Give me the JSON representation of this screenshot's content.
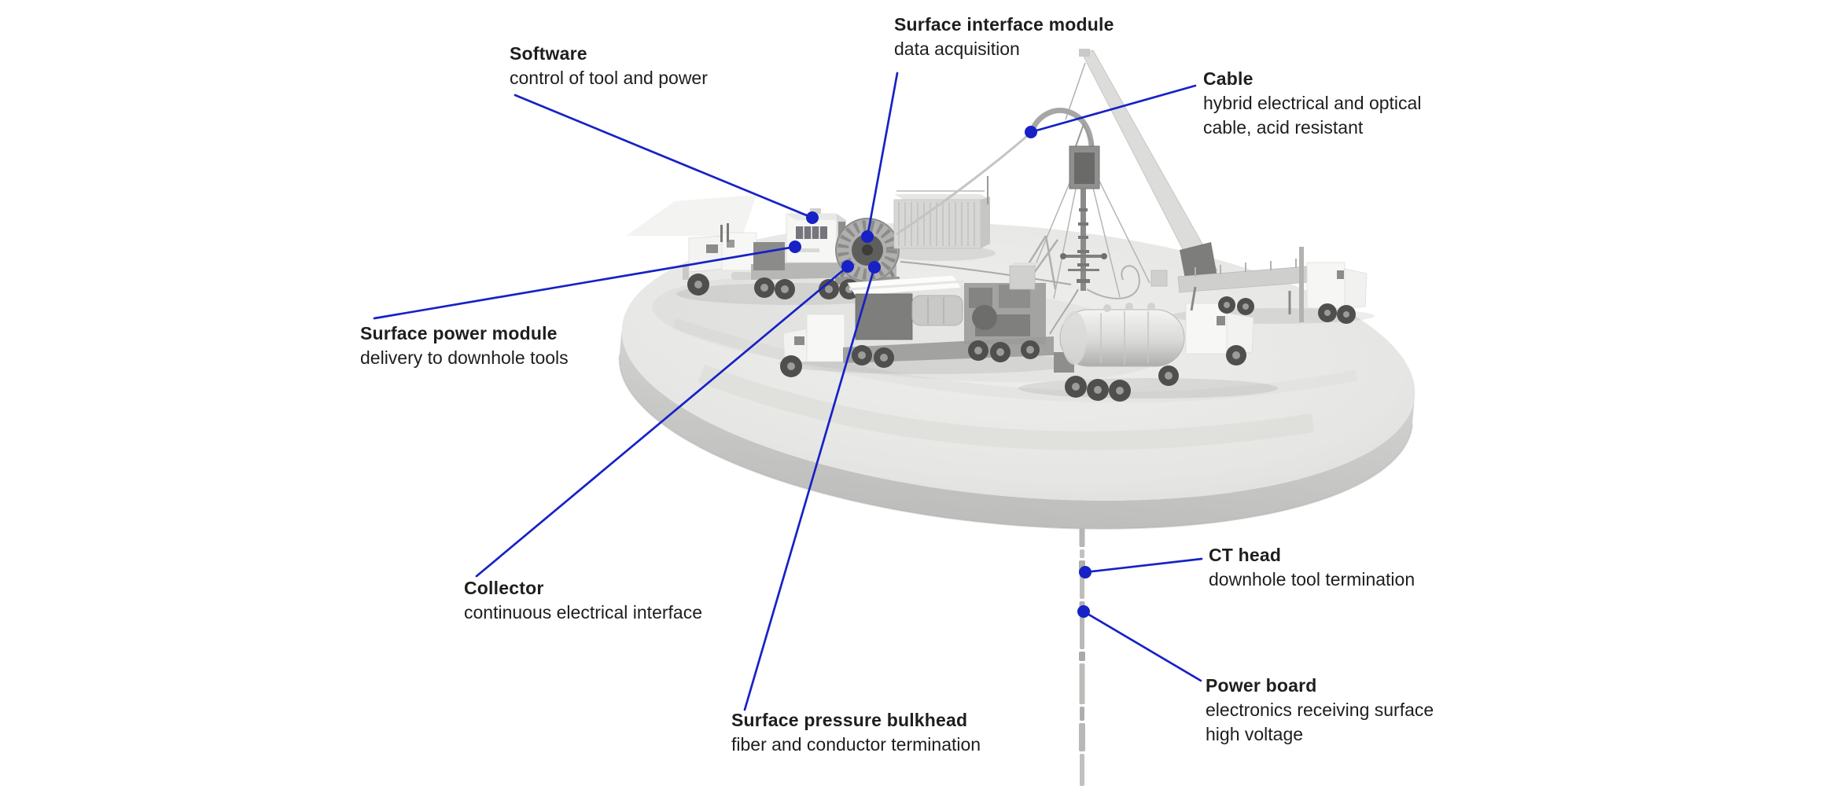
{
  "figure": {
    "background": "#ffffff",
    "accent_blue": "#1721c6",
    "text_color": "#1e1e1c",
    "description": "coiled-tubing e-line well site diagram on a cut-out ground disc"
  },
  "labels": [
    {
      "id": "software",
      "title": "Software",
      "lines": [
        "control of tool and power"
      ]
    },
    {
      "id": "surface-interface-module",
      "title": "Surface interface module",
      "lines": [
        "data acquisition"
      ]
    },
    {
      "id": "cable",
      "title": "Cable",
      "lines": [
        "hybrid electrical and optical",
        "cable, acid resistant"
      ]
    },
    {
      "id": "surface-power-module",
      "title": "Surface power module",
      "lines": [
        "delivery to downhole tools"
      ]
    },
    {
      "id": "collector",
      "title": "Collector",
      "lines": [
        "continuous electrical interface"
      ]
    },
    {
      "id": "surface-pressure-bulkhead",
      "title": "Surface pressure bulkhead",
      "lines": [
        "fiber and conductor termination"
      ]
    },
    {
      "id": "ct-head",
      "title": "CT head",
      "lines": [
        "downhole tool termination"
      ]
    },
    {
      "id": "power-board",
      "title": "Power board",
      "lines": [
        "electronics receiving surface",
        "high voltage"
      ]
    }
  ]
}
